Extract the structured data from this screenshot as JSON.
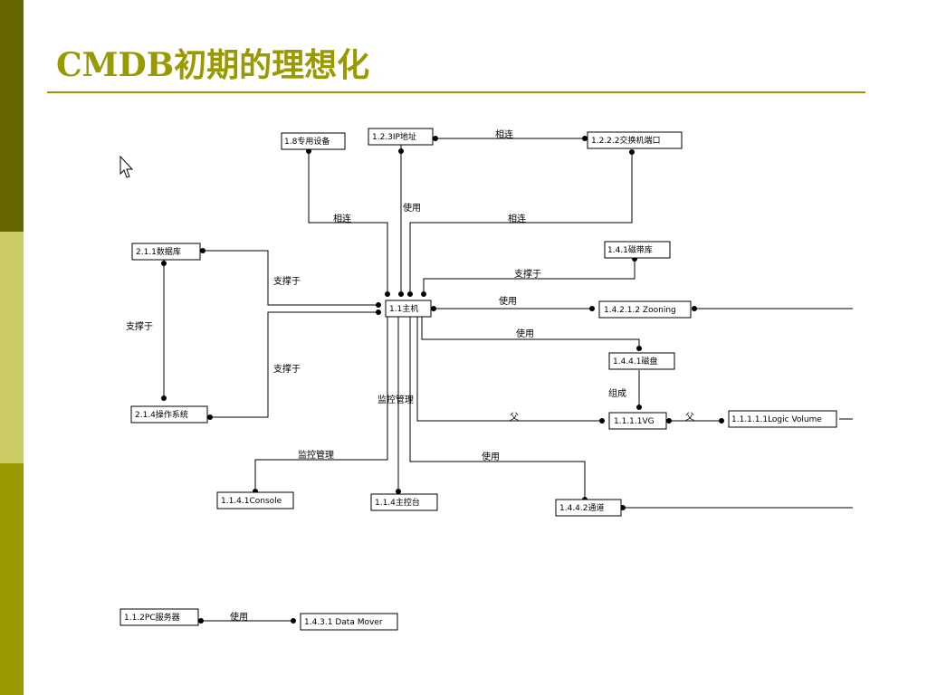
{
  "slide": {
    "title": "CMDB初期的理想化"
  },
  "colors": {
    "accent": "#999900",
    "band_dark": "#666600",
    "band_light": "#cccc66",
    "band_mid": "#999900"
  },
  "nodes": {
    "n18": "1.8专用设备",
    "n123": "1.2.3IP地址",
    "n1222": "1.2.2.2交换机端口",
    "n211": "2.1.1数据库",
    "n141": "1.4.1磁带库",
    "n11": "1.1主机",
    "n14212": "1.4.2.1.2 Zooning",
    "n1441": "1.4.4.1磁盘",
    "n214": "2.1.4操作系统",
    "n1111": "1.1.1.1VG",
    "n11111": "1.1.1.1.1Logic Volume",
    "n1141": "1.1.4.1Console",
    "n114": "1.1.4主控台",
    "n1442": "1.4.4.2通道",
    "n112": "1.1.2PC服务器",
    "n1431": "1.4.3.1 Data Mover"
  },
  "edge_labels": {
    "e1": "相连",
    "e2": "使用",
    "e3": "相连",
    "e4": "相连",
    "e5": "支撑于",
    "e6": "支撑于",
    "e7": "使用",
    "e8": "使用",
    "e9": "支撑于",
    "e10": "组成",
    "e11": "父",
    "e12": "父",
    "e13": "监控管理",
    "e14": "监控管理",
    "e15": "使用",
    "e16": "使用"
  }
}
